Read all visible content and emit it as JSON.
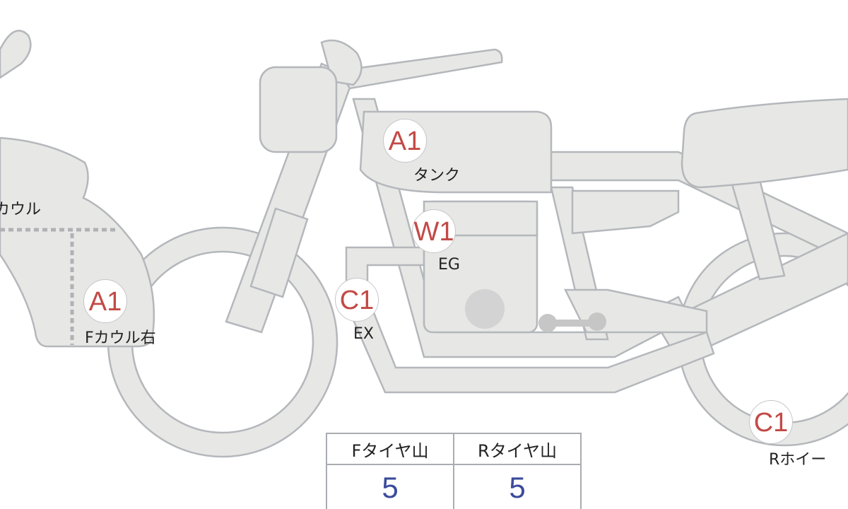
{
  "parts": {
    "tank": {
      "grade": "A1",
      "label": "タンク"
    },
    "engine": {
      "grade": "W1",
      "label": "EG"
    },
    "exhaust": {
      "grade": "C1",
      "label": "EX"
    },
    "front_cowl_right": {
      "grade": "A1",
      "label": "Fカウル右"
    },
    "cowl_partial_label": "カウル",
    "rear_wheel": {
      "grade": "C1",
      "label": "Rホイー"
    }
  },
  "tire_table": {
    "headers": [
      "Fタイヤ山",
      "Rタイヤ山"
    ],
    "values": [
      "5",
      "5"
    ]
  },
  "colors": {
    "grade": "#c24a46",
    "tire_value": "#3b4b9c",
    "part_fill": "#e7e7e5",
    "part_stroke": "#b4b7bb"
  }
}
